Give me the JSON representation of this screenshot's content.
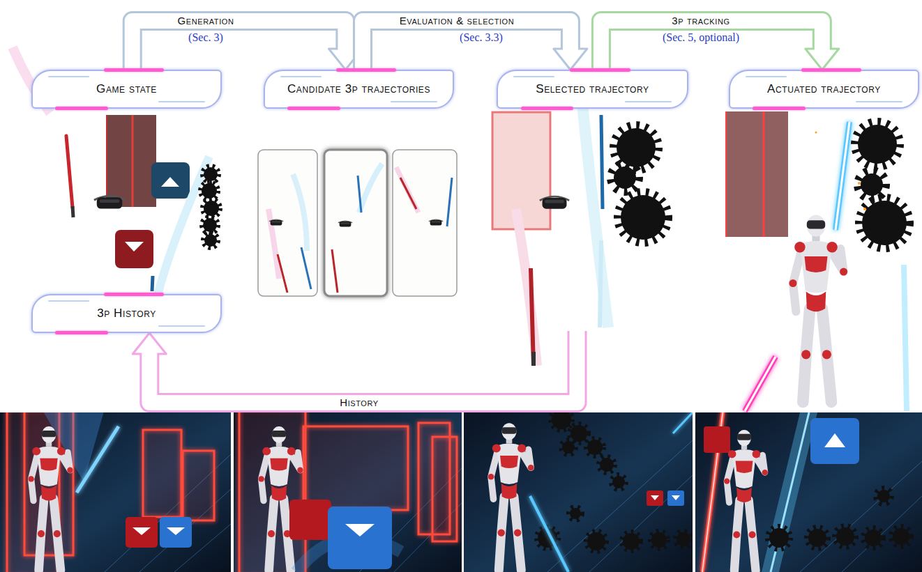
{
  "diagram": {
    "nodes": [
      {
        "text": [
          "Game state"
        ]
      },
      {
        "text": [
          "Candidate 3p trajectories"
        ]
      },
      {
        "text": [
          "Selected trajectory"
        ]
      },
      {
        "text": [
          "Actuated trajectory"
        ]
      },
      {
        "text": [
          "3p History"
        ]
      }
    ],
    "edges": [
      {
        "from": 0,
        "to": 1,
        "arrow": "to",
        "label": "Generation"
      },
      {
        "from": 1,
        "to": 2,
        "arrow": "to",
        "label": "Evaluation & selection"
      },
      {
        "from": 2,
        "to": 3,
        "arrow": "to",
        "label": "3p tracking"
      },
      {
        "from": 2,
        "to": 4,
        "arrow": "to",
        "label": "History"
      }
    ],
    "labels": [
      "(Sec. 3)",
      "(Sec. 3.3)",
      "(Sec. 5, optional)"
    ]
  }
}
